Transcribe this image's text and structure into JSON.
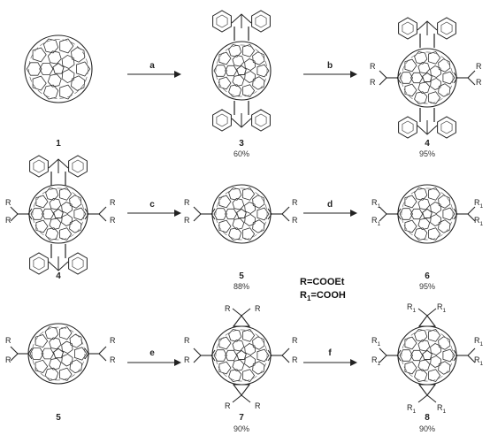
{
  "legend": {
    "r": "R=COOEt",
    "r1_prefix": "R",
    "r1_sub": "1",
    "r1_suffix": "=COOH"
  },
  "compounds": [
    {
      "id": "1",
      "yield": ""
    },
    {
      "id": "3",
      "yield": "60%"
    },
    {
      "id": "4",
      "yield": "95%"
    },
    {
      "id": "4",
      "yield": ""
    },
    {
      "id": "5",
      "yield": "88%"
    },
    {
      "id": "6",
      "yield": "95%"
    },
    {
      "id": "5",
      "yield": ""
    },
    {
      "id": "7",
      "yield": "90%"
    },
    {
      "id": "8",
      "yield": "90%"
    }
  ],
  "steps": [
    "a",
    "b",
    "c",
    "d",
    "e",
    "f"
  ],
  "substituents": {
    "r": "R",
    "r1": "R",
    "r1_sub": "1"
  }
}
